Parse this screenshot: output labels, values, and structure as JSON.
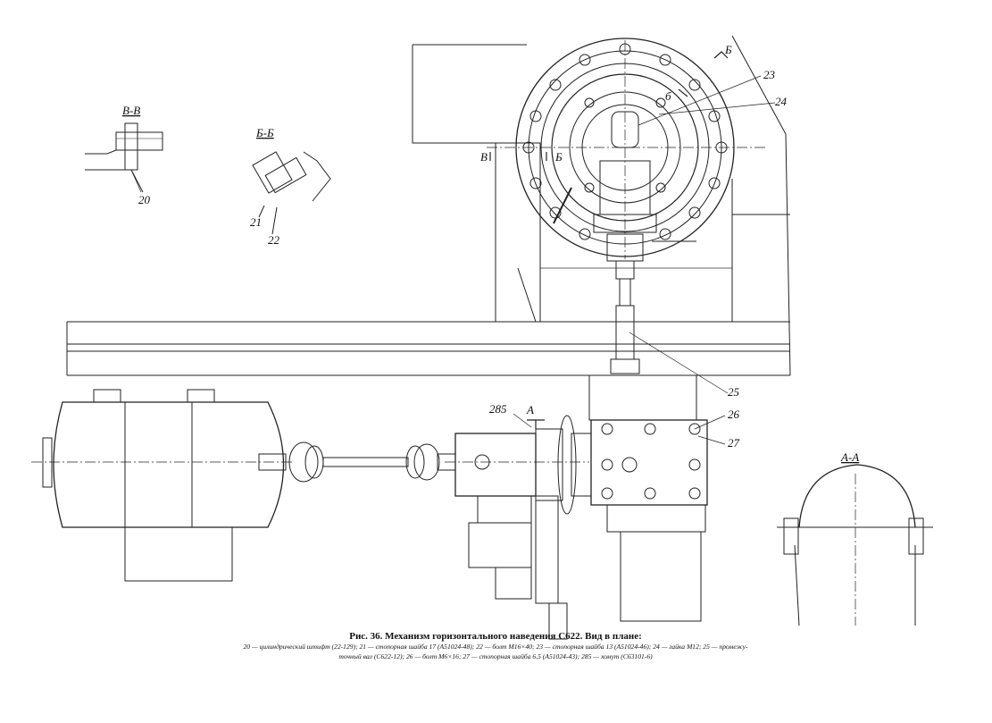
{
  "section_labels": {
    "vv": "В-В",
    "bb": "Б-Б",
    "aa": "А-А",
    "v_mark": "В",
    "b_mark": "Б",
    "b_mark_top": "Б",
    "a_mark": "А",
    "b_small": "б"
  },
  "callouts": {
    "c20": "20",
    "c21": "21",
    "c22": "22",
    "c23": "23",
    "c24": "24",
    "c25": "25",
    "c26": "26",
    "c27": "27",
    "c285": "285"
  },
  "caption": {
    "title": "Рис. 36. Механизм горизонтального наведения С622. Вид в плане:",
    "line1": "20 — цилиндрический штифт (22-129); 21 — стопорная шайба 17 (А51024-48); 22 — болт М16×40; 23 — стопорная шайба 13 (А51024-46); 24 — гайка М12; 25 — промежу-",
    "line2": "точный вал (С622-12); 26 — болт М6×16; 27 — стопорная шайба 6,5 (А51024-43); 285 — хомут (С63101-6)"
  }
}
